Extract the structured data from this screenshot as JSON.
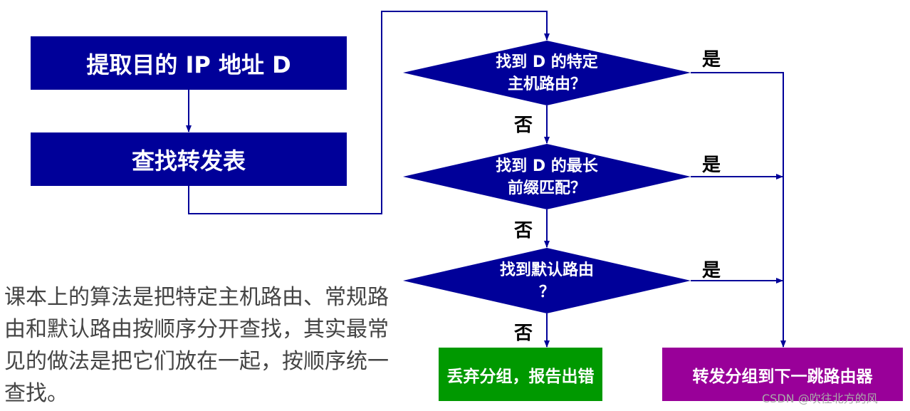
{
  "boxes": {
    "extract": "提取目的 IP 地址 D",
    "lookup": "查找转发表",
    "discard": "丢弃分组，报告出错",
    "forward": "转发分组到下一跳路由器"
  },
  "decisions": [
    {
      "line1": "找到 D 的特定",
      "line2": "主机路由？"
    },
    {
      "line1": "找到 D 的最长",
      "line2": "前缀匹配？"
    },
    {
      "line1": "找到默认路由",
      "line2": "？"
    }
  ],
  "labels": {
    "yes": "是",
    "no": "否"
  },
  "note": "课本上的算法是把特定主机路由、常规路由和默认路由按顺序分开查找，其实最常见的做法是把它们放在一起，按顺序统一查找。",
  "watermark": "CSDN @吹往北方的风",
  "colors": {
    "navy": "#000099",
    "green": "#009900",
    "purple": "#990099"
  }
}
